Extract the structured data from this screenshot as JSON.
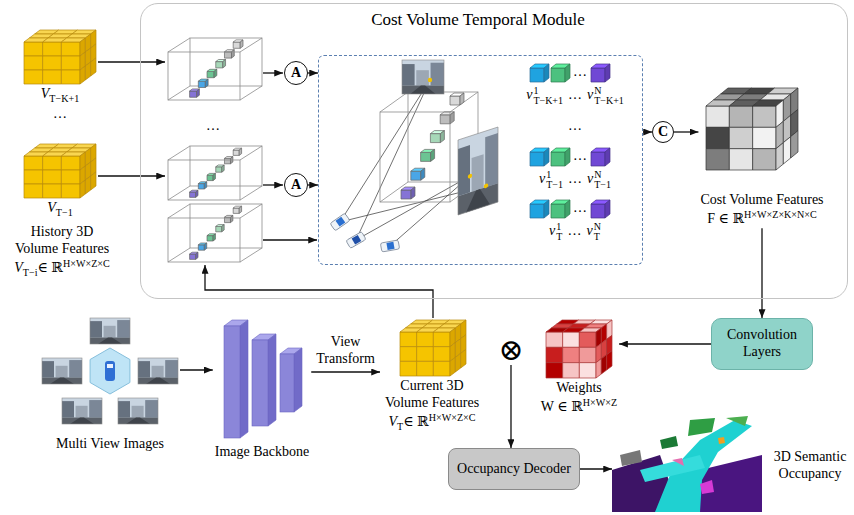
{
  "diagram": {
    "nodes": [
      {
        "text": [
          "Cost Volume Temporal Module"
        ]
      },
      {
        "text": [
          "V",
          "T−K+1"
        ]
      },
      {
        "text": [
          "V",
          "T−1"
        ]
      },
      {
        "text": [
          "A"
        ],
        "in": 0
      },
      {
        "text": [
          "A"
        ],
        "in": 0
      },
      {
        "text": [
          "v",
          "1",
          "T−K+1",
          "…",
          "v",
          "N",
          "T−K+1",
          "…",
          "v",
          "1",
          "T−1",
          "…",
          "v",
          "N",
          "T−1",
          "v",
          "1",
          "T",
          "…",
          "v",
          "N",
          "T"
        ],
        "in": 0
      },
      {
        "text": [
          "C"
        ],
        "in": 0
      },
      {
        "text": [
          "Cost Volume Features",
          "F ∈ ℝ",
          "H×W×Z×K×N×C"
        ],
        "in": 0
      },
      {
        "text": [
          "Multi View Images"
        ]
      },
      {
        "text": [
          "Image Backbone"
        ]
      },
      {
        "text": [
          "Current 3D Volume Features",
          "V",
          "T",
          "∈ ℝ",
          "H×W×Z×C"
        ]
      },
      {
        "text": [
          "⊗"
        ]
      },
      {
        "text": [
          "Weights",
          "W ∈ ℝ",
          "H×W×Z"
        ]
      },
      {
        "text": [
          "Convolution Layers"
        ]
      },
      {
        "text": [
          "Occupancy Decoder"
        ]
      },
      {
        "text": [
          "3D Semantic Occupancy"
        ]
      }
    ],
    "edges": [
      {
        "from": 3,
        "to": 5,
        "arrow": "to"
      },
      {
        "from": 4,
        "to": 5,
        "arrow": "to"
      },
      {
        "from": 5,
        "to": 6,
        "arrow": "to"
      },
      {
        "from": 6,
        "to": 7,
        "arrow": "to"
      },
      {
        "from": 7,
        "to": 13,
        "arrow": "to"
      },
      {
        "from": 13,
        "to": 12,
        "arrow": "to"
      },
      {
        "from": 8,
        "to": 9,
        "arrow": "to"
      },
      {
        "from": 9,
        "to": 10,
        "label": "View Transform",
        "arrow": "to"
      },
      {
        "from": 11,
        "to": 14,
        "arrow": "to"
      },
      {
        "from": 14,
        "to": 15,
        "arrow": "to"
      }
    ],
    "labels": [
      "…",
      "…",
      "…",
      "…",
      "…",
      "History 3D Volume Features",
      "V",
      "T−i",
      "∈ ℝ",
      "H×W×Z×C"
    ]
  }
}
